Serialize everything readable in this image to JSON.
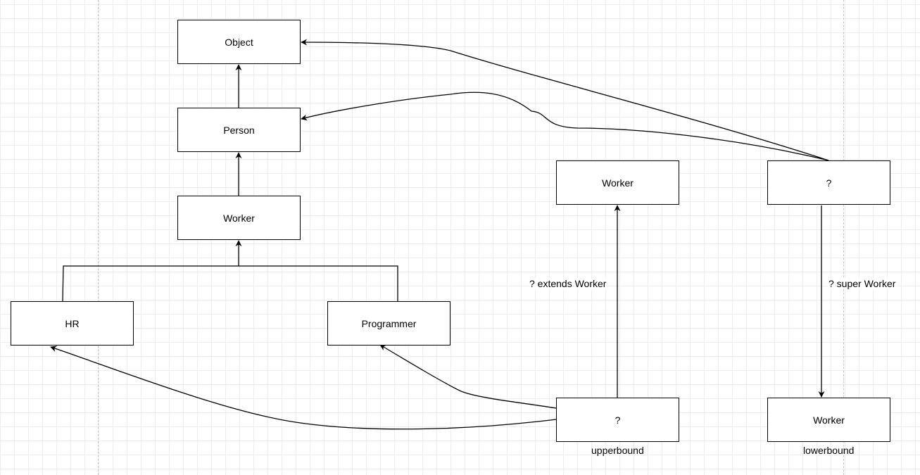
{
  "nodes": {
    "object": "Object",
    "person": "Person",
    "worker": "Worker",
    "hr": "HR",
    "programmer": "Programmer",
    "upper_target": "Worker",
    "lower_source": "?",
    "upper_wildcard": "?",
    "lower_target": "Worker"
  },
  "labels": {
    "extends": "? extends Worker",
    "super": "? super Worker",
    "upperbound": "upperbound",
    "lowerbound": "lowerbound"
  }
}
